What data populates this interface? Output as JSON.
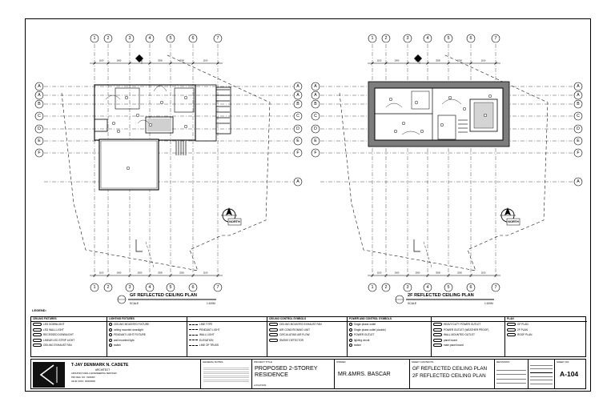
{
  "plans": [
    {
      "title": "GF REFLECTED CEILING PLAN",
      "scale_label": "SCALE",
      "scale_value": "1:100M"
    },
    {
      "title": "2F REFLECTED CEILING PLAN",
      "scale_label": "SCALE",
      "scale_value": "1:100M"
    }
  ],
  "grid": {
    "columns": [
      "1",
      "2",
      "3",
      "4",
      "5",
      "6",
      "7"
    ],
    "rows": [
      "A",
      "A",
      "B",
      "C",
      "D",
      "E",
      "F"
    ],
    "dims": [
      "1100",
      "2000",
      "2500",
      "3500",
      "2500",
      "1100"
    ],
    "far_row": "A",
    "north": "NORTH"
  },
  "legend": {
    "title": "LEGEND:",
    "sections": [
      {
        "heading": "CEILING FIXTURES",
        "rows": [
          "LED DOWNLIGHT",
          "LED WALL LIGHT",
          "RECESSED DOWNLIGHT",
          "LINEAR LED STRIP LIGHT",
          "CEILING EXHAUST FAN"
        ]
      },
      {
        "heading": "LIGHTING FIXTURES",
        "rows": [
          "CEILING MOUNTED FIXTURE",
          "ceiling mounted downlight",
          "PENDANT LIGHT FIXTURE",
          "wall mounted light",
          "switch"
        ]
      },
      {
        "heading": "",
        "rows": [
          "LINE TYPE",
          "PENDANT LIGHT",
          "WALL LIGHT",
          "ELEVATION",
          "LINE OF TRUSS"
        ]
      },
      {
        "heading": "CEILING CONTROL SYMBOLS",
        "rows": [
          "CEILING MOUNTED EXHAUST FAN",
          "AIR CONDITIONING UNIT",
          "CIRCULATING AIR FLOW",
          "SMOKE DETECTOR"
        ]
      },
      {
        "heading": "POWER AND CONTROL SYMBOLS",
        "rows": [
          "Single phase outlet",
          "Single phase outlet (double)",
          "POWER OUTLET",
          "lighting circuit",
          "switch"
        ]
      },
      {
        "heading": "",
        "rows": [
          "HEAVY DUTY POWER OUTLET",
          "POWER OUTLET (WEATHER PROOF)",
          "WALL MOUNTED OUTLET",
          "panel board",
          "main panel board"
        ]
      },
      {
        "heading": "PLAN",
        "rows": [
          "GF PLAN",
          "2F PLAN",
          "ROOF PLAN"
        ]
      }
    ]
  },
  "title_block": {
    "designer": "T-JAY DENMARK N. CADETE",
    "designer_role": "ARCHITECT",
    "designer_lines": [
      "ARCHITECTURAL & ENGINEERING SERVICES",
      "PRC REG. NO.: 0000000",
      "VALID UNTIL: 00/00/0000"
    ],
    "notes_label": "GENERAL NOTES",
    "project_label": "PROJECT TITLE",
    "project_title": "PROPOSED 2-STOREY RESIDENCE",
    "project_location": "LOCATION:",
    "owner_label": "OWNER",
    "owner": "MR.&MRS. BASCAR",
    "contents_label": "SHEET CONTENTS",
    "contents": [
      "GF REFLECTED CEILING PLAN",
      "2F REFLECTED CEILING PLAN"
    ],
    "revisions_label": "REVISIONS",
    "sheet_label": "SHEET NO.",
    "sheet_no": "A-104"
  }
}
